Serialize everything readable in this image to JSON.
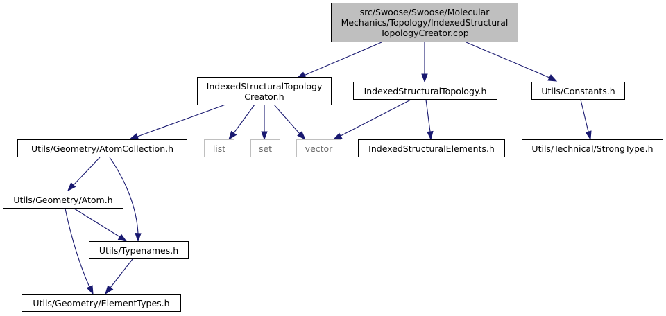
{
  "graph": {
    "root": {
      "lines": [
        "src/Swoose/Swoose/Molecular",
        "Mechanics/Topology/IndexedStructural",
        "TopologyCreator.cpp"
      ]
    },
    "nodes": {
      "creator_h": {
        "lines": [
          "IndexedStructuralTopology",
          "Creator.h"
        ]
      },
      "topology_h": "IndexedStructuralTopology.h",
      "constants_h": "Utils/Constants.h",
      "atomcollection_h": "Utils/Geometry/AtomCollection.h",
      "list": "list",
      "set": "set",
      "vector": "vector",
      "elements_h": "IndexedStructuralElements.h",
      "strongtype_h": "Utils/Technical/StrongType.h",
      "atom_h": "Utils/Geometry/Atom.h",
      "typenames_h": "Utils/Typenames.h",
      "elementtypes_h": "Utils/Geometry/ElementTypes.h"
    },
    "edge_color": "#191970",
    "system_header_border": "#bfbfbf",
    "root_fill": "#bfbfbf"
  }
}
